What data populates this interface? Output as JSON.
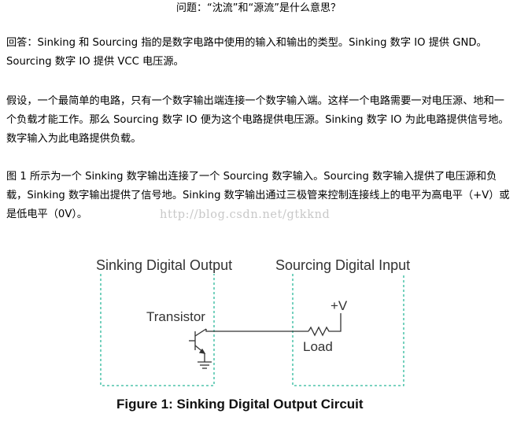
{
  "question": "问题：“沈流”和“源流”是什么意思？",
  "paragraphs": [
    "回答：Sinking 和 Sourcing 指的是数字电路中使用的输入和输出的类型。Sinking 数字 IO 提供 GND。Sourcing 数字 IO 提供 VCC 电压源。",
    "假设，一个最简单的电路，只有一个数字输出端连接一个数字输入端。这样一个电路需要一对电压源、地和一个负载才能工作。那么 Sourcing 数字 IO 便为这个电路提供电压源。Sinking 数字 IO 为此电路提供信号地。数字输入为此电路提供负载。",
    "图 1 所示为一个 Sinking 数字输出连接了一个 Sourcing 数字输入。Sourcing 数字输入提供了电压源和负载，Sinking 数字输出提供了信号地。Sinking 数字输出通过三极管来控制连接线上的电平为高电平（+V）或是低电平（0V）。"
  ],
  "watermark": "http://blog.csdn.net/gtkknd",
  "diagram": {
    "left_label": "Sinking Digital Output",
    "right_label": "Sourcing Digital Input",
    "transistor_label": "Transistor",
    "voltage_label": "+V",
    "load_label": "Load",
    "caption": "Figure 1: Sinking Digital Output Circuit",
    "box_color": "#2bb89a",
    "wire_color": "#333333"
  }
}
